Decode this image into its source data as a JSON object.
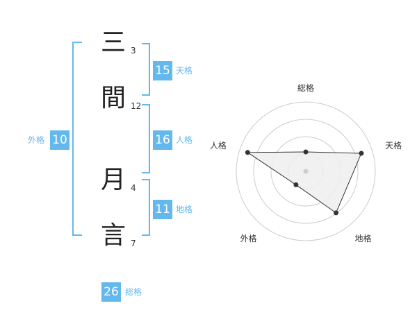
{
  "name": {
    "chars": [
      {
        "char": "三",
        "strokes": "3"
      },
      {
        "char": "間",
        "strokes": "12"
      },
      {
        "char": "月",
        "strokes": "4"
      },
      {
        "char": "言",
        "strokes": "7"
      }
    ]
  },
  "kakusu": {
    "tenkaku": {
      "value": "15",
      "label": "天格"
    },
    "jinkaku": {
      "value": "16",
      "label": "人格"
    },
    "chikaku": {
      "value": "11",
      "label": "地格"
    },
    "gaikaku": {
      "value": "10",
      "label": "外格"
    },
    "soukaku": {
      "value": "26",
      "label": "総格"
    }
  },
  "radar": {
    "axes": [
      "総格",
      "天格",
      "地格",
      "外格",
      "人格"
    ],
    "levels": 4,
    "values": [
      1.4,
      4.2,
      3.7,
      1.2,
      4.4
    ],
    "max": 5,
    "colors": {
      "fill": "#efefef",
      "line": "#333333",
      "grid": "#cccccc",
      "point": "#333333",
      "center": "#cccccc"
    }
  },
  "colors": {
    "accent": "#63b8ee"
  }
}
